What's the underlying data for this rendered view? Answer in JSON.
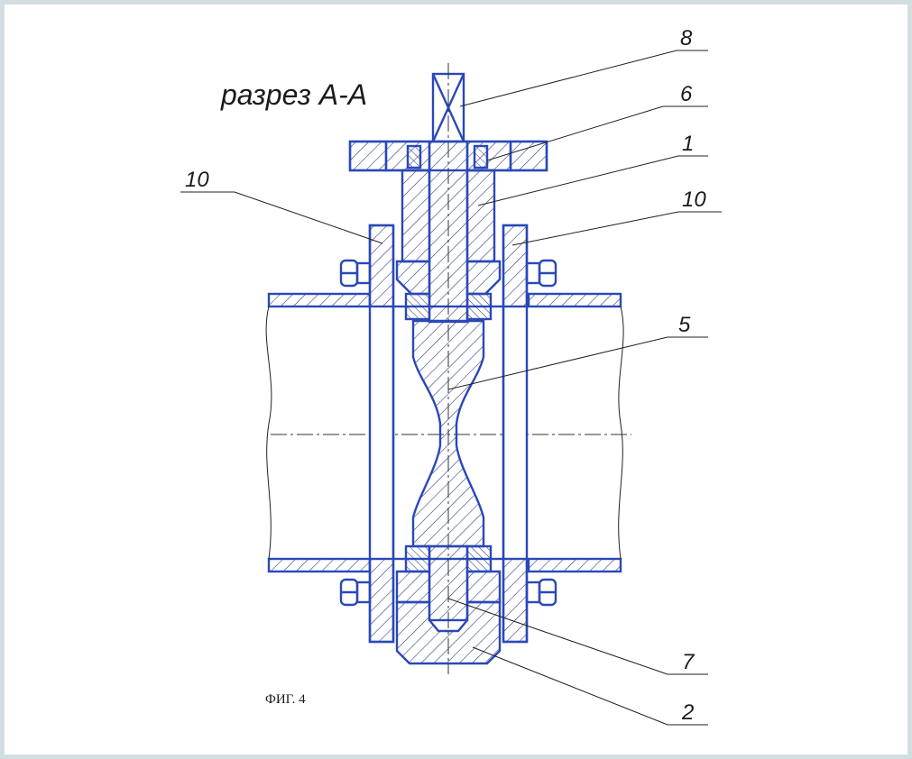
{
  "diagram": {
    "title": "разрез А-А",
    "caption": "ФИГ. 4",
    "labels": [
      "8",
      "6",
      "1",
      "10",
      "10",
      "5",
      "7",
      "2"
    ]
  },
  "colors": {
    "outline": "#2a48b8",
    "border": "#d3dee3",
    "text": "#1b1b1b"
  }
}
